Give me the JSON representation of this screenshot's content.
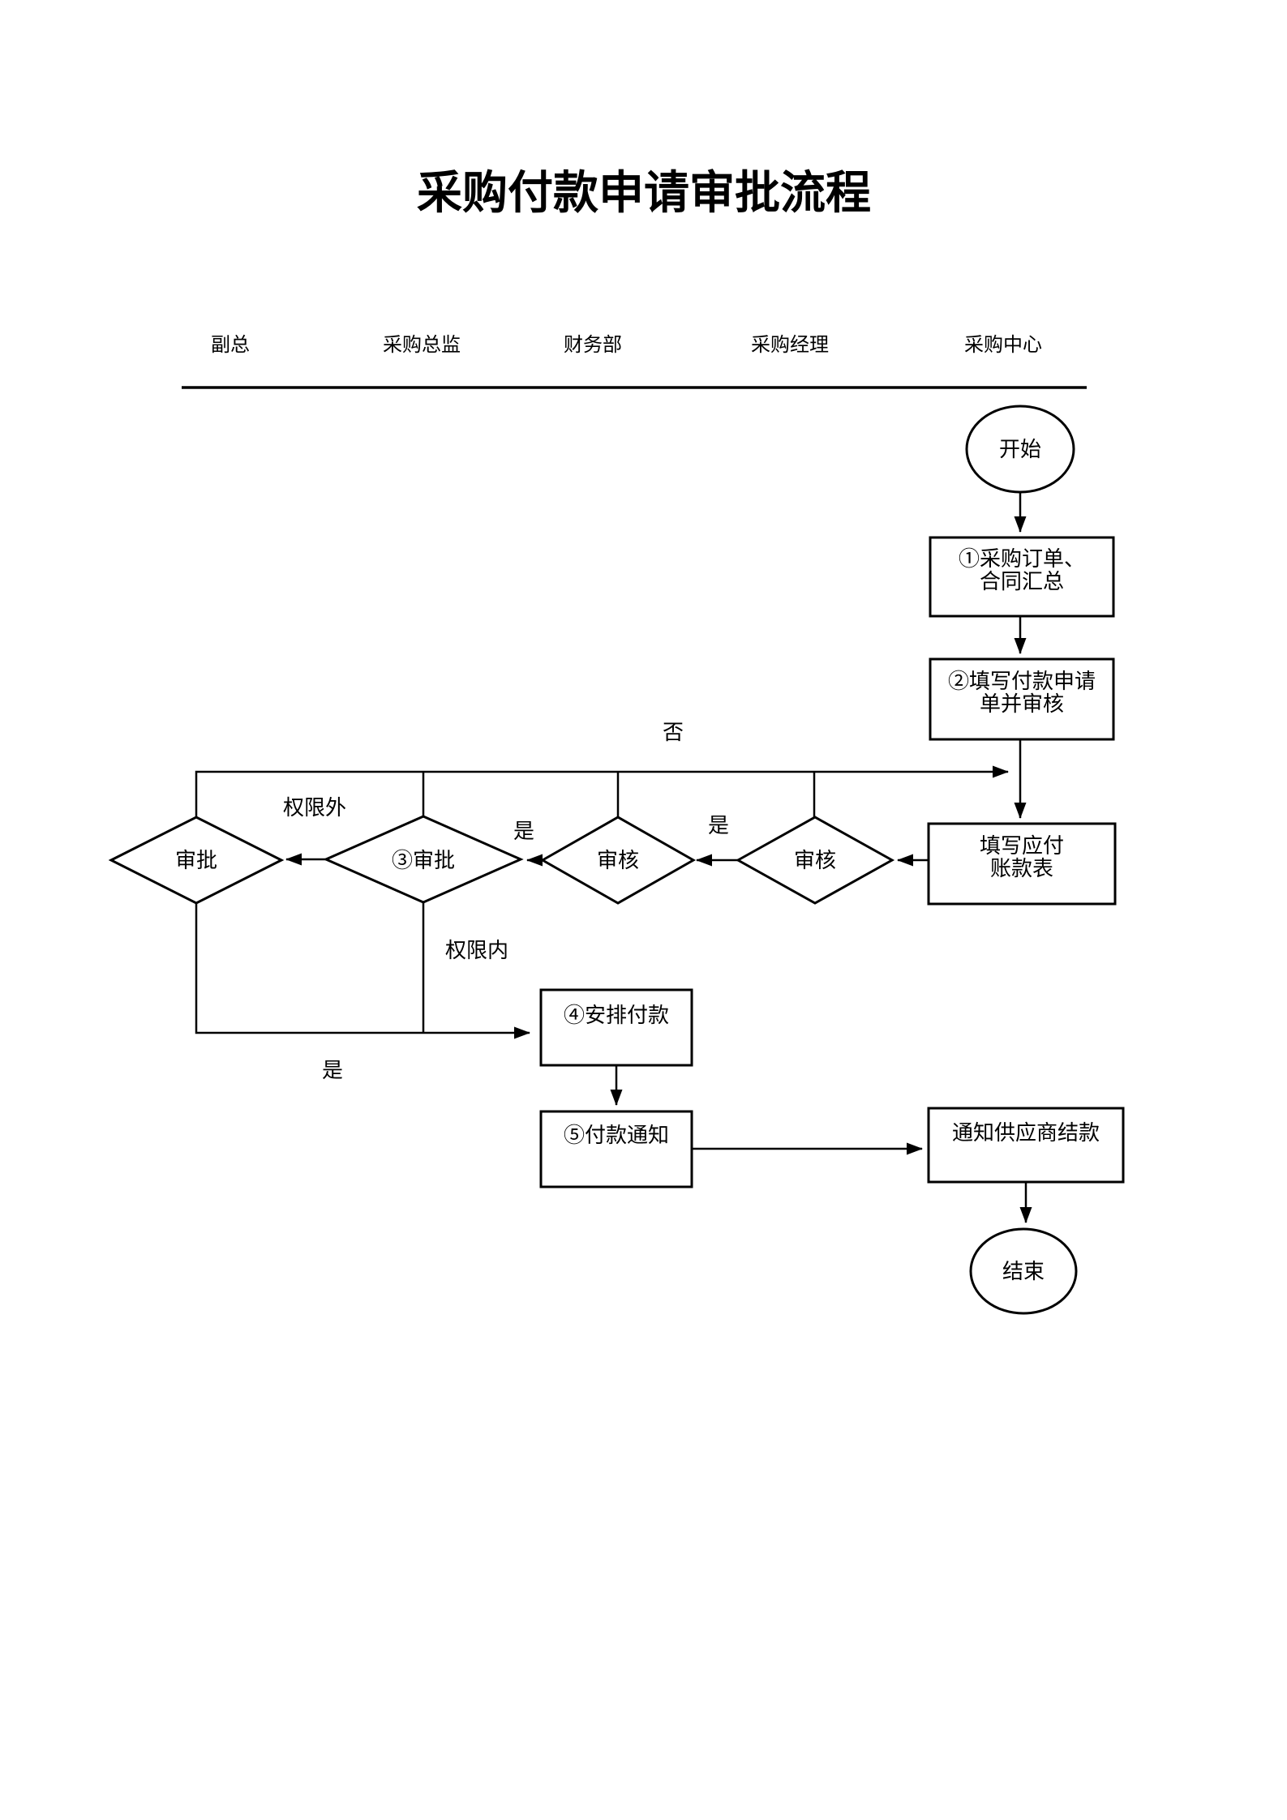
{
  "title": "采购付款申请审批流程",
  "lanes": [
    "副总",
    "采购总监",
    "财务部",
    "采购经理",
    "采购中心"
  ],
  "nodes": {
    "start": "开始",
    "step1": {
      "line1": "①采购订单、",
      "line2": "合同汇总"
    },
    "step2": {
      "line1": "②填写付款申请",
      "line2": "单并审核"
    },
    "fill_payable": {
      "line1": "填写应付",
      "line2": "账款表"
    },
    "review_manager": "审核",
    "review_finance": "审核",
    "approve_director": "③审批",
    "approve_vp": "审批",
    "step4": "④安排付款",
    "step5": "⑤付款通知",
    "notify_supplier": "通知供应商结款",
    "end": "结束"
  },
  "labels": {
    "no": "否",
    "yes_manager": "是",
    "yes_finance": "是",
    "yes_vp": "是",
    "outside_authority": "权限外",
    "within_authority": "权限内"
  },
  "colors": {
    "ink": "#000000",
    "background": "#ffffff"
  }
}
